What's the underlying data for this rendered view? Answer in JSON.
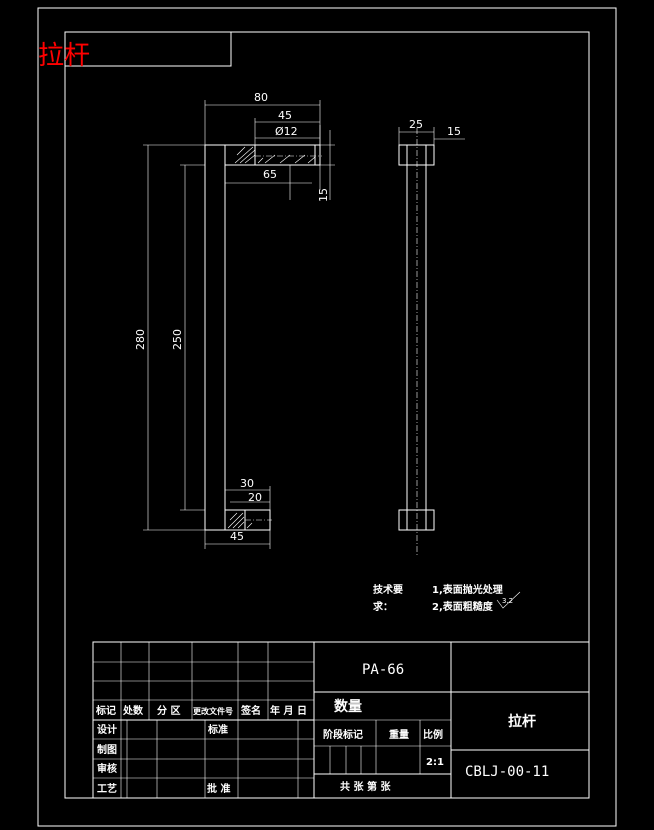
{
  "title_block_corner": "拉杆",
  "dims": {
    "d80": "80",
    "d45top": "45",
    "d12": "Ø12",
    "d65": "65",
    "d15v": "15",
    "d280": "280",
    "d250": "250",
    "d30": "30",
    "d20": "20",
    "d45bot": "45",
    "d25": "25",
    "d15h": "15"
  },
  "tech": {
    "label1": "技术要",
    "label2": "求：",
    "line1": "1,表面抛光处理",
    "line2": "2,表面粗糙度",
    "roughness": "3.2"
  },
  "table": {
    "material": "PA-66",
    "qty": "数量",
    "part_name": "拉杆",
    "drawing_no": "CBLJ-00-11",
    "scale": "2:1",
    "h_stage": "阶段标记",
    "h_weight": "重量",
    "h_ratio": "比例",
    "h_mark": "标记",
    "h_count": "处数",
    "h_zone": "分 区",
    "h_docno": "更改文件号",
    "h_sign": "签名",
    "h_date": "年 月 日",
    "design": "设计",
    "standard": "标准",
    "drawing": "制图",
    "review": "审核",
    "craft": "工艺",
    "approve": "批 准",
    "sheets": "共  张  第  张"
  }
}
